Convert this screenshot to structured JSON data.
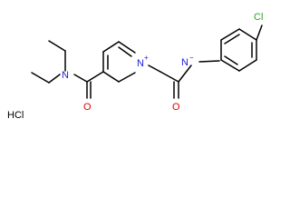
{
  "molecule": {
    "atoms": {
      "nitrogen_amide": "N",
      "nitrogen_pyridinium": "N",
      "nitrogen_anilide": "N",
      "oxygen_amide": "O",
      "oxygen_acetamide": "O",
      "chlorine": "Cl"
    },
    "charges": {
      "pyridinium": "+",
      "anilide": "−"
    },
    "salt": "HCl"
  },
  "colors": {
    "bond": "#000000",
    "nitrogen": "#1a1adb",
    "oxygen": "#e00000",
    "chlorine": "#22aa22",
    "salt": "#000000"
  }
}
